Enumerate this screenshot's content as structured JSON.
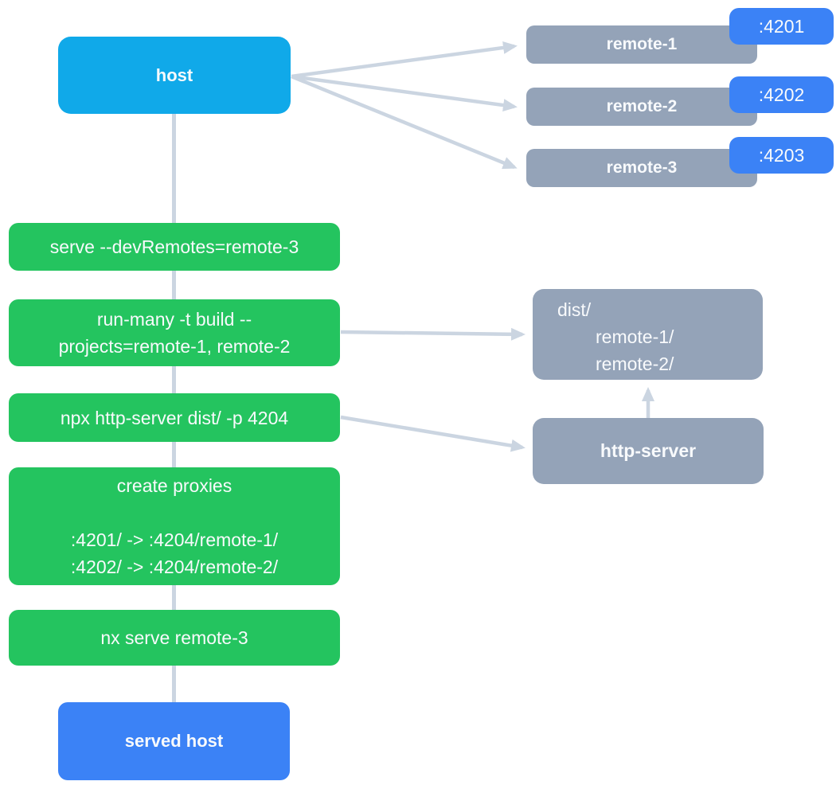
{
  "diagram": {
    "nodes": {
      "host": {
        "label": "host",
        "fill": "#10a9e9"
      },
      "remotes": [
        {
          "label": "remote-1",
          "port": ":4201"
        },
        {
          "label": "remote-2",
          "port": ":4202"
        },
        {
          "label": "remote-3",
          "port": ":4203"
        }
      ],
      "commands": [
        {
          "lines": [
            "serve --devRemotes=remote-3"
          ]
        },
        {
          "lines": [
            "run-many -t build --",
            "projects=remote-1, remote-2"
          ]
        },
        {
          "lines": [
            "npx http-server dist/ -p 4204"
          ]
        },
        {
          "lines": [
            "create proxies",
            "",
            ":4201/ -> :4204/remote-1/",
            ":4202/ -> :4204/remote-2/"
          ]
        },
        {
          "lines": [
            "nx serve remote-3"
          ]
        }
      ],
      "dist": {
        "lines": [
          "dist/",
          "remote-1/",
          "remote-2/"
        ]
      },
      "http_server": {
        "label": "http-server"
      },
      "served_host": {
        "label": "served host"
      }
    },
    "edges": [
      "host -> remote-1",
      "host -> remote-2",
      "host -> remote-3",
      "host -> served host (vertical spine through commands)",
      "run-many -> dist/",
      "npx http-server -> http-server",
      "http-server -> dist/"
    ],
    "colors": {
      "host_fill": "#10a9e9",
      "remote_fill": "#94a3b8",
      "port_badge_fill": "#3b82f6",
      "command_fill": "#24c45f",
      "served_host_fill": "#3b82f6",
      "connector": "#cbd5e1",
      "text_on_fill": "#f8fafc",
      "background": "#ffffff"
    }
  }
}
